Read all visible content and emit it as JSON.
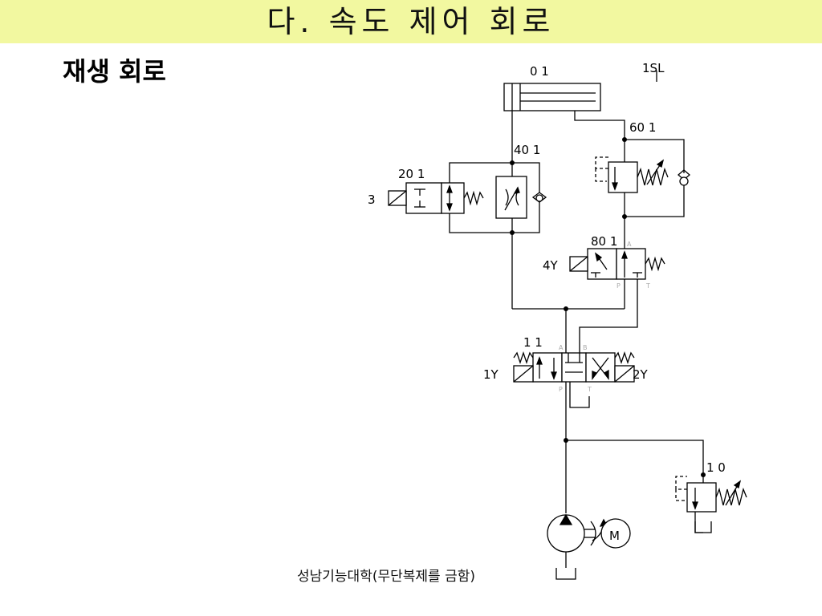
{
  "header": {
    "title": "다. 속도 제어 회로"
  },
  "subtitle": "재생 회로",
  "footer": "성남기능대학(무단복제를 금함)",
  "colors": {
    "title_bar": "#f2f8a0",
    "lines": "#000000"
  },
  "labels": {
    "cylinder": "0 1",
    "limit_switch": "1SL",
    "relief_top": "60 1",
    "flow_valve": "40 1",
    "solenoid_valve_left": "20 1",
    "solenoid_left_coil": "3",
    "two_way_valve": "80 1",
    "two_way_coil": "4Y",
    "port_a_top": "A",
    "port_p_top": "P",
    "port_t_top": "T",
    "dir_valve": "1 1",
    "coil_1y": "1Y",
    "coil_2y": "2Y",
    "port_a": "A",
    "port_b": "B",
    "port_p": "P",
    "port_t": "T",
    "relief_bottom": "1 0",
    "motor": "M"
  }
}
